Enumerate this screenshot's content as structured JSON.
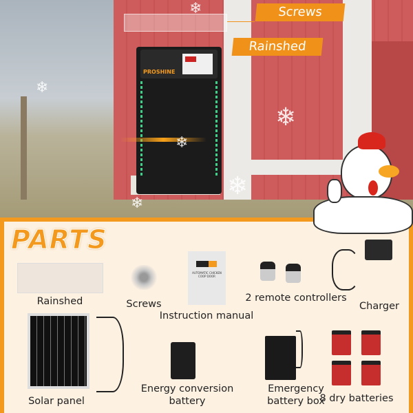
{
  "callouts": {
    "screws": "Screws",
    "rainshed": "Rainshed"
  },
  "brand": "PROSHINE",
  "parts_title": "PARTS",
  "manual_cover": "AUTOMATIC CHICKEN COOP DOOR",
  "parts": [
    {
      "label": "Rainshed"
    },
    {
      "label": "Screws"
    },
    {
      "label": "Instruction manual"
    },
    {
      "label": "2 remote controllers"
    },
    {
      "label": "Charger"
    },
    {
      "label": "Solar panel"
    },
    {
      "label_line1": "Energy conversion",
      "label_line2": "battery"
    },
    {
      "label_line1": "Emergency",
      "label_line2": "battery box"
    },
    {
      "label": "8 dry batteries"
    }
  ],
  "colors": {
    "accent": "#f39a1e",
    "barn": "#cf5c5c",
    "panel_bg": "#fdf1e2",
    "led": "#3fd18a"
  }
}
